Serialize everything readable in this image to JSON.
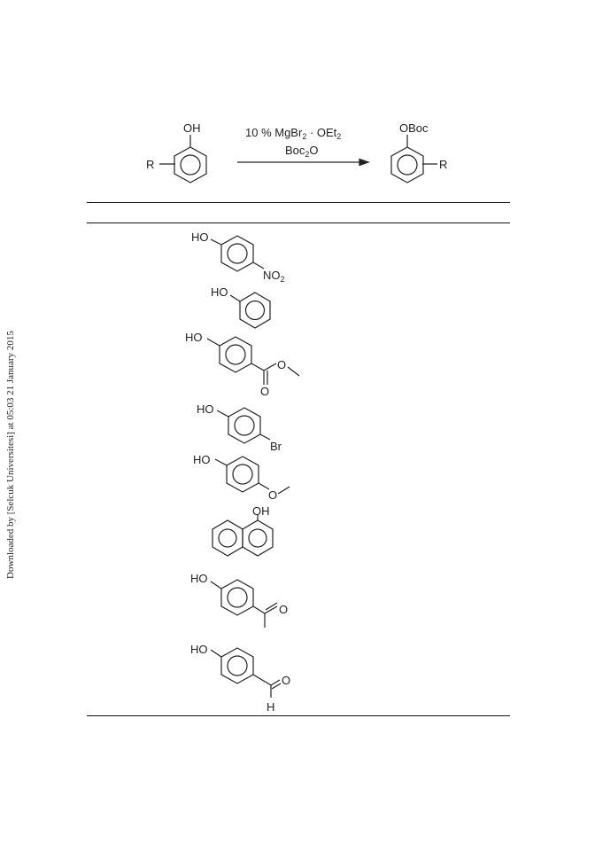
{
  "side_note": "Downloaded by [Selcuk Universitesi] at 05:03 21 January 2015",
  "scheme": {
    "reactant": {
      "oh": "OH",
      "r": "R"
    },
    "conditions": {
      "line1": "10 % MgBr",
      "sub1": "2",
      "dot": " · OEt",
      "sub2": "2",
      "line2": "Boc",
      "sub3": "2",
      "line2_end": "O"
    },
    "product": {
      "oboc": "OBoc",
      "r": "R"
    }
  },
  "substrates": [
    {
      "name": "4-nitrophenol",
      "labels": [
        "HO",
        "NO",
        "2"
      ]
    },
    {
      "name": "phenol",
      "labels": [
        "HO"
      ]
    },
    {
      "name": "methyl 4-hydroxybenzoate",
      "labels": [
        "HO",
        "O",
        "O"
      ]
    },
    {
      "name": "4-bromophenol",
      "labels": [
        "HO",
        "Br"
      ]
    },
    {
      "name": "4-methoxyphenol",
      "labels": [
        "HO",
        "O"
      ]
    },
    {
      "name": "1-naphthol",
      "labels": [
        "OH"
      ]
    },
    {
      "name": "4-hydroxyacetophenone",
      "labels": [
        "HO",
        "O"
      ]
    },
    {
      "name": "4-hydroxybenzaldehyde",
      "labels": [
        "HO",
        "O",
        "H"
      ]
    }
  ]
}
